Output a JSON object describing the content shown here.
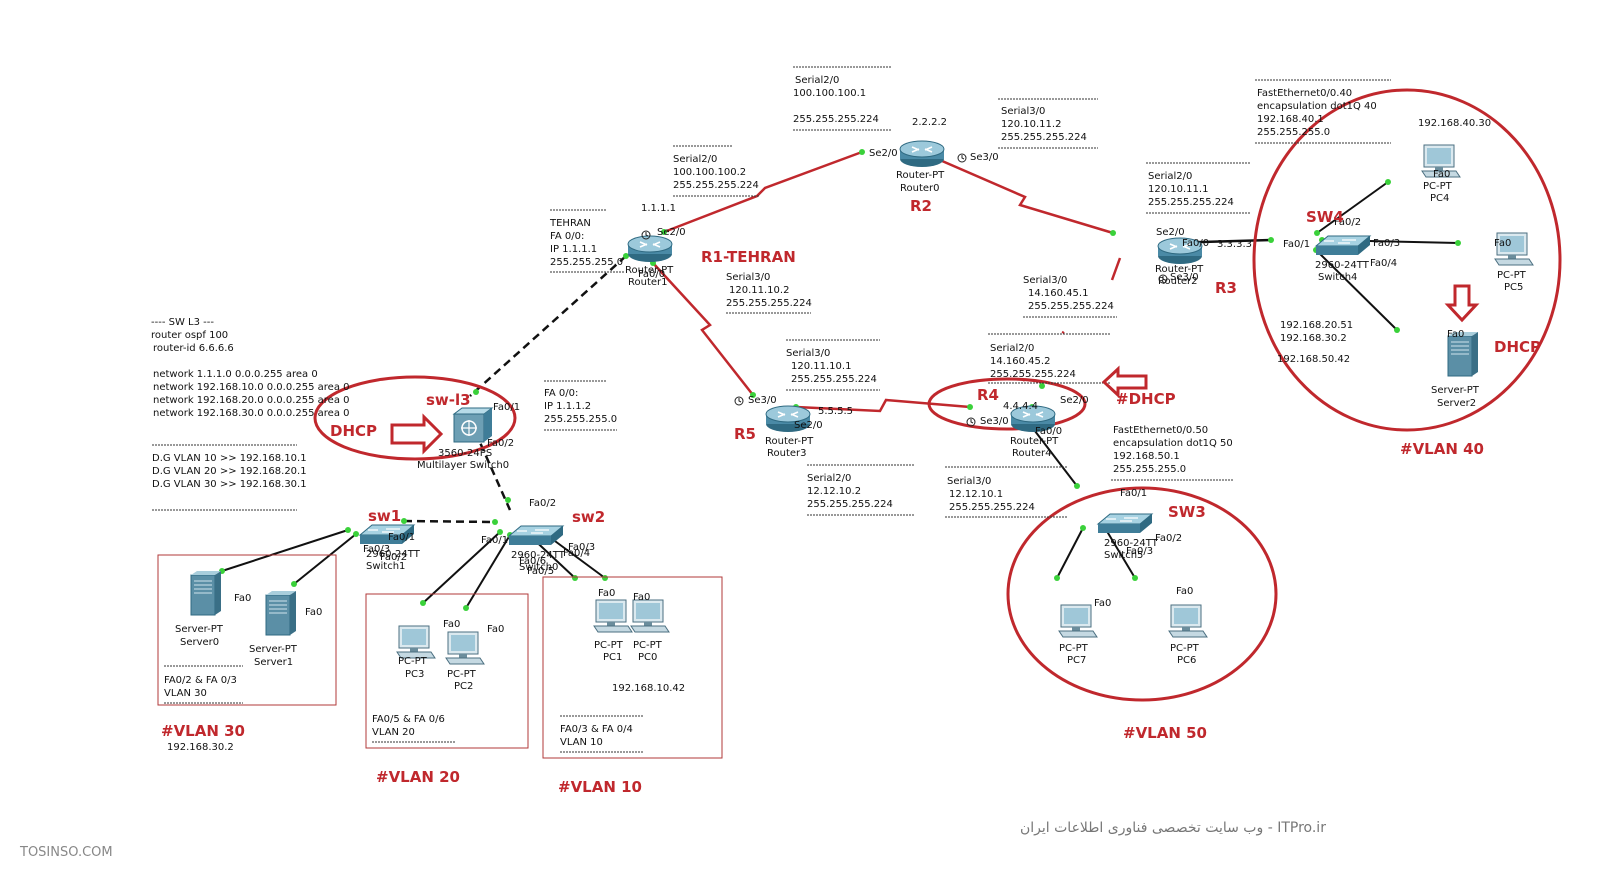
{
  "colors": {
    "annotation_red": "#c0282d",
    "serial_link": "#c0282d",
    "ethernet_link": "#111111",
    "device_blue": "#3f7d98"
  },
  "devices": {
    "router1": {
      "line1": "Router-PT",
      "line2": "Router1"
    },
    "router0": {
      "line1": "Router-PT",
      "line2": "Router0",
      "loopback": "2.2.2.2"
    },
    "router2": {
      "line1": "Router-PT",
      "line2": "Router2",
      "loopback": "3.3.3.3"
    },
    "router3": {
      "line1": "Router-PT",
      "line2": "Router3",
      "loopback": "5.5.5.5"
    },
    "router4": {
      "line1": "Router-PT",
      "line2": "Router4",
      "loopback": "4.4.4.4"
    },
    "mls": {
      "line1": "3560-24PS",
      "line2": "Multilayer Switch0"
    },
    "switch1": {
      "line1": "2960-24TT",
      "line2": "Switch1"
    },
    "switch0": {
      "line1": "2960-24TT",
      "line2": "Switch0"
    },
    "switch4": {
      "line1": "2960-24TT",
      "line2": "Switch4"
    },
    "switch5": {
      "line1": "2960-24TT",
      "line2": "Switch5"
    },
    "server0": {
      "line1": "Server-PT",
      "line2": "Server0"
    },
    "server1": {
      "line1": "Server-PT",
      "line2": "Server1"
    },
    "server2": {
      "line1": "Server-PT",
      "line2": "Server2"
    },
    "pc0": {
      "line1": "PC-PT",
      "line2": "PC0"
    },
    "pc1": {
      "line1": "PC-PT",
      "line2": "PC1"
    },
    "pc2": {
      "line1": "PC-PT",
      "line2": "PC2"
    },
    "pc3": {
      "line1": "PC-PT",
      "line2": "PC3"
    },
    "pc4": {
      "line1": "PC-PT",
      "line2": "PC4"
    },
    "pc5": {
      "line1": "PC-PT",
      "line2": "PC5"
    },
    "pc6": {
      "line1": "PC-PT",
      "line2": "PC6"
    },
    "pc7": {
      "line1": "PC-PT",
      "line2": "PC7"
    }
  },
  "router1_loopback": "1.1.1.1",
  "ports": {
    "r1_se20": "Se2/0",
    "r1_fa00": "Fa0/0",
    "r0_se20": "Se2/0",
    "r0_se30": "Se3/0",
    "r2_se20": "Se2/0",
    "r2_fa00": "Fa0/0",
    "r2_se30": "Se3/0",
    "r3_se30": "Se3/0",
    "r3_se20": "Se2/0",
    "r4_se20": "Se2/0",
    "r4_se30": "Se3/0",
    "r4_fa00": "Fa0/0",
    "mls_fa01": "Fa0/1",
    "mls_fa02": "Fa0/2",
    "sw1_fa01": "Fa0/1",
    "sw1_fa03": "Fa0/3",
    "sw1_fa02": "Fa0/2",
    "sw2_fa02": "Fa0/2",
    "sw2_fa01": "Fa0/1",
    "sw2_fa03": "Fa0/3",
    "sw2_fa04": "Fa0/4",
    "sw2_fa06": "Fa0/6",
    "sw2_fa05": "Fa0/5",
    "sw4_fa01": "Fa0/1",
    "sw4_fa02": "Fa0/2",
    "sw4_fa03": "Fa0/3",
    "sw4_fa04": "Fa0/4",
    "sw3_fa01": "Fa0/1",
    "sw3_fa02": "Fa0/2",
    "sw3_fa03": "Fa0/3",
    "fa0": "Fa0"
  },
  "notes": {
    "r0_serial": [
      "Serial2/0",
      "100.100.100.1",
      "",
      "255.255.255.224"
    ],
    "r1_serial": [
      "Serial2/0",
      "100.100.100.2",
      "255.255.255.224"
    ],
    "r0_se3": [
      "Serial3/0",
      "120.10.11.2",
      "255.255.255.224"
    ],
    "r2_se2": [
      "Serial2/0",
      "120.10.11.1",
      "255.255.255.224"
    ],
    "r2_subif40": [
      "FastEthernet0/0.40",
      "encapsulation dot1Q 40",
      "192.168.40.1",
      "255.255.255.0"
    ],
    "tehran": [
      "TEHRAN",
      "FA 0/0:",
      "IP 1.1.1.1",
      "255.255.255.0"
    ],
    "r1_se3": [
      "Serial3/0",
      "120.11.10.2",
      "255.255.255.224"
    ],
    "r2_se3": [
      "Serial3/0",
      "14.160.45.1",
      "255.255.255.224"
    ],
    "mls_fa": [
      "FA 0/0:",
      "IP 1.1.1.2",
      "255.255.255.0"
    ],
    "r3_se3": [
      "Serial3/0",
      "120.11.10.1",
      "255.255.255.224"
    ],
    "r4_se2": [
      "Serial2/0",
      "14.160.45.2",
      "255.255.255.224"
    ],
    "r4_subif50": [
      "FastEthernet0/0.50",
      "encapsulation dot1Q 50",
      "192.168.50.1",
      "255.255.255.0"
    ],
    "r3_se2": [
      "Serial2/0",
      "12.12.10.2",
      "255.255.255.224"
    ],
    "r4_se3": [
      "Serial3/0",
      "12.12.10.1",
      "255.255.255.224"
    ],
    "sw_l3": [
      "---- SW L3 ---",
      "router ospf 100",
      "router-id 6.6.6.6",
      "",
      "network 1.1.1.0 0.0.0.255 area 0",
      "network 192.168.10.0 0.0.0.255 area 0",
      "network 192.168.20.0 0.0.0.255 area 0",
      "network 192.168.30.0 0.0.0.255 area 0"
    ],
    "dg": [
      "D.G VLAN 10 >> 192.168.10.1",
      "D.G VLAN 20  >> 192.168.20.1",
      "D.G VLAN 30  >> 192.168.30.1"
    ],
    "vlan30_ports": [
      "FA0/2 & FA 0/3",
      "VLAN 30"
    ],
    "vlan20_ports": [
      "FA0/5 & FA 0/6",
      "VLAN 20"
    ],
    "vlan10_ports": [
      "FA0/3 & FA 0/4",
      "VLAN 10"
    ]
  },
  "ips": {
    "pc4": "192.168.40.30",
    "server2": [
      "192.168.20.51",
      "192.168.30.2",
      "192.168.50.42"
    ],
    "pc1": "192.168.10.42",
    "server1": "192.168.30.2"
  },
  "annotations": {
    "r2_label": "R2",
    "r1_label": "R1-TEHRAN",
    "r3_label": "R3",
    "r5_label": "R5",
    "r4_label": "R4",
    "sw4_label": "SW4",
    "swl3_label": "sw-l3",
    "sw1_label": "sw1",
    "sw2_label": "sw2",
    "sw3_label": "SW3",
    "dhcp_mls": "DHCP",
    "dhcp_r4": "#DHCP",
    "dhcp_server2": "DHCP",
    "vlan30": "#VLAN 30",
    "vlan20": "#VLAN 20",
    "vlan10": "#VLAN 10",
    "vlan40": "#VLAN 40",
    "vlan50": "#VLAN 50"
  },
  "watermarks": {
    "center": "ITPro.ir - وب سایت تخصصی فناوری اطلاعات ایران",
    "corner": "TOSINSO.COM"
  }
}
